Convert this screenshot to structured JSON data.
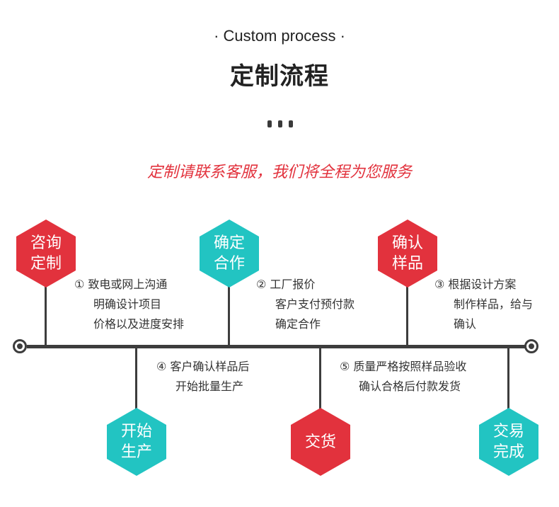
{
  "header": {
    "subtitle": "· Custom process ·",
    "title": "定制流程",
    "tagline": "定制请联系客服，我们将全程为您服务"
  },
  "colors": {
    "red": "#e2323d",
    "teal": "#22c4c2",
    "line": "#3d3d3d"
  },
  "nodes": [
    {
      "label": "咨询定制",
      "color": "red"
    },
    {
      "label": "确定合作",
      "color": "teal"
    },
    {
      "label": "确认样品",
      "color": "red"
    },
    {
      "label": "开始生产",
      "color": "teal"
    },
    {
      "label": "交货",
      "color": "red"
    },
    {
      "label": "交易完成",
      "color": "teal"
    }
  ],
  "steps": [
    {
      "lines": [
        "① 致电或网上沟通",
        "明确设计项目",
        "价格以及进度安排"
      ]
    },
    {
      "lines": [
        "② 工厂报价",
        "客户支付预付款",
        "确定合作"
      ]
    },
    {
      "lines": [
        "③ 根据设计方案",
        "制作样品，给与",
        "确认"
      ]
    },
    {
      "lines": [
        "④ 客户确认样品后",
        "开始批量生产"
      ]
    },
    {
      "lines": [
        "⑤ 质量严格按照样品验收",
        "确认合格后付款发货"
      ]
    }
  ]
}
